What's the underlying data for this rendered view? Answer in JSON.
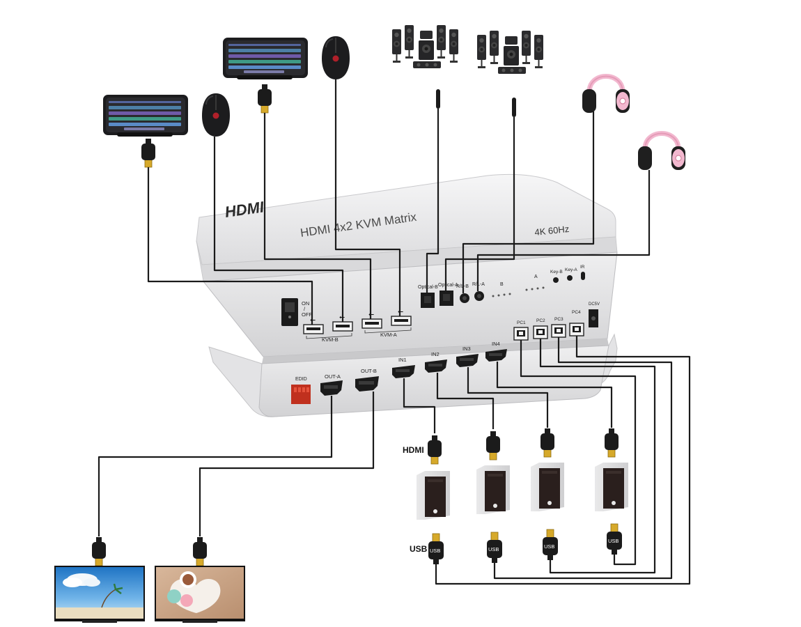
{
  "device": {
    "logo": "HDMI",
    "title": "HDMI 4x2 KVM Matrix",
    "resolution": "4K 60Hz",
    "power_switch": "ON / OFF",
    "power_on": "ON",
    "power_slash": "/",
    "power_off": "OFF",
    "kvm_b": "KVM-B",
    "kvm_a": "KVM-A",
    "optical_b": "Optical-B",
    "optical_a": "Optical-A",
    "rl_b": "R/L-B",
    "rl_a": "R/L-A",
    "b_label": "B",
    "a_label": "A",
    "key_b": "Key-B",
    "key_a": "Key-A",
    "ir": "IR",
    "dc": "DC5V",
    "pcs": [
      "PC1",
      "PC2",
      "PC3",
      "PC4"
    ],
    "edid": "EDID",
    "out_a": "OUT-A",
    "out_b": "OUT-B",
    "ins": [
      "IN1",
      "IN2",
      "IN3",
      "IN4"
    ]
  },
  "labels": {
    "hdmi": "HDMI",
    "usb": "USB",
    "usb_plug": "USB"
  },
  "icons": {
    "keyboard": "keyboard-icon",
    "mouse": "mouse-icon",
    "speakers": "speaker-system-icon",
    "headphones": "headphones-icon",
    "computer": "computer-tower-icon",
    "display": "monitor-icon",
    "usb": "usb-symbol-icon"
  },
  "colors": {
    "device_body": "#e6e6e8",
    "cable": "#1a1a1a",
    "hdmi_gold": "#d6a92a",
    "headphone_pink": "#f2b8cf",
    "edid_red": "#c0301e"
  }
}
